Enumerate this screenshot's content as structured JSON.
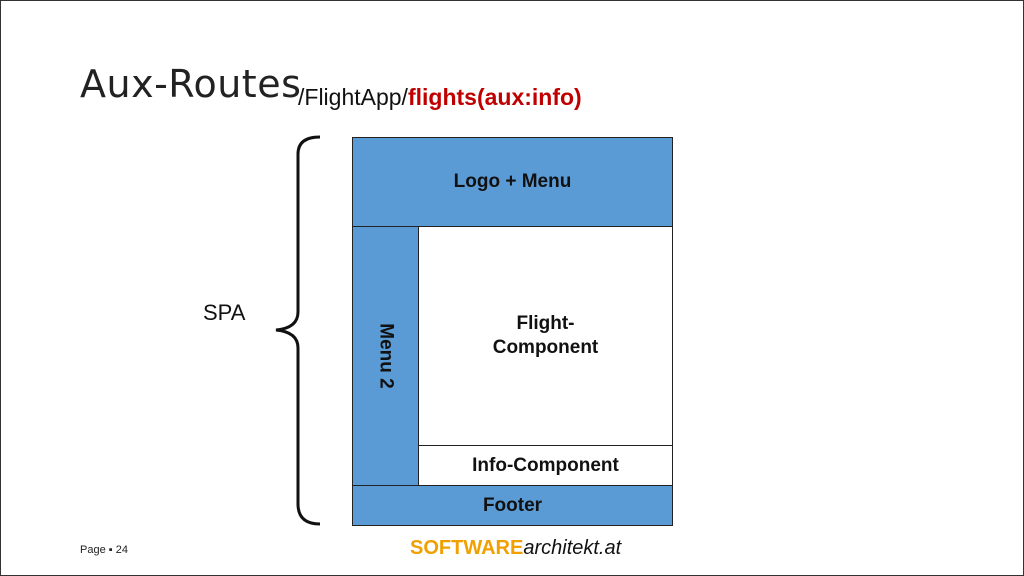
{
  "slide": {
    "title": "Aux-Routes",
    "path_prefix": "/FlightApp/",
    "path_highlight": "flights(aux:info)",
    "brace_label": "SPA",
    "colors": {
      "box_blue": "#5b9bd5",
      "highlight_red": "#c00000",
      "logo_orange": "#f0a000"
    }
  },
  "layout_boxes": {
    "logo_menu": "Logo + Menu",
    "menu2": "Menu 2",
    "flight_component": "Flight-\nComponent",
    "info_component": "Info-Component",
    "footer": "Footer"
  },
  "footer": {
    "page_label": "Page",
    "page_separator": "▪",
    "page_number": "24",
    "logo_software": "SOFTWARE",
    "logo_architekt": "architekt.at"
  }
}
